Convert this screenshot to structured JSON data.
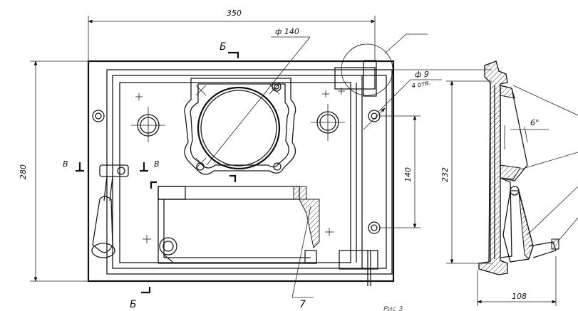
{
  "dimensions": {
    "width": "350",
    "height": "280",
    "window_diameter": "ф 140",
    "hole_diameter": "ф 9",
    "hole_count": "4 отв.",
    "hole_spacing": "140",
    "side_height": "232",
    "side_depth": "108",
    "taper_angle": "6°"
  },
  "section_marks": {
    "b_top": "Б",
    "b_bottom": "Б",
    "v_left": "В",
    "v_right": "В"
  },
  "callouts": {
    "item_number": "7"
  },
  "caption": {
    "text": "Рис 3"
  }
}
